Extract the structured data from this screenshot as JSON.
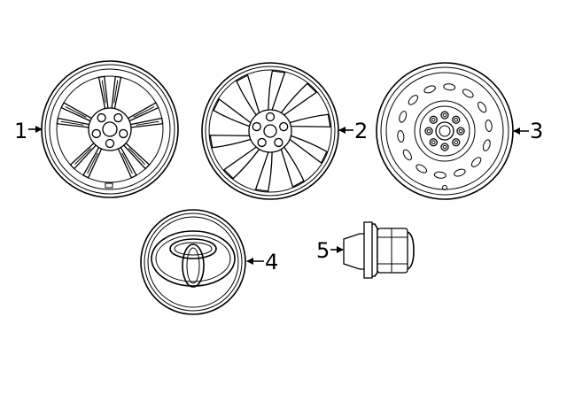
{
  "callouts": [
    {
      "number": "1",
      "part": "alloy-wheel-twin-spoke"
    },
    {
      "number": "2",
      "part": "alloy-wheel-multi-spoke"
    },
    {
      "number": "3",
      "part": "steel-wheel"
    },
    {
      "number": "4",
      "part": "center-cap"
    },
    {
      "number": "5",
      "part": "lug-nut"
    }
  ],
  "colors": {
    "line": "#000000",
    "background": "#ffffff"
  }
}
